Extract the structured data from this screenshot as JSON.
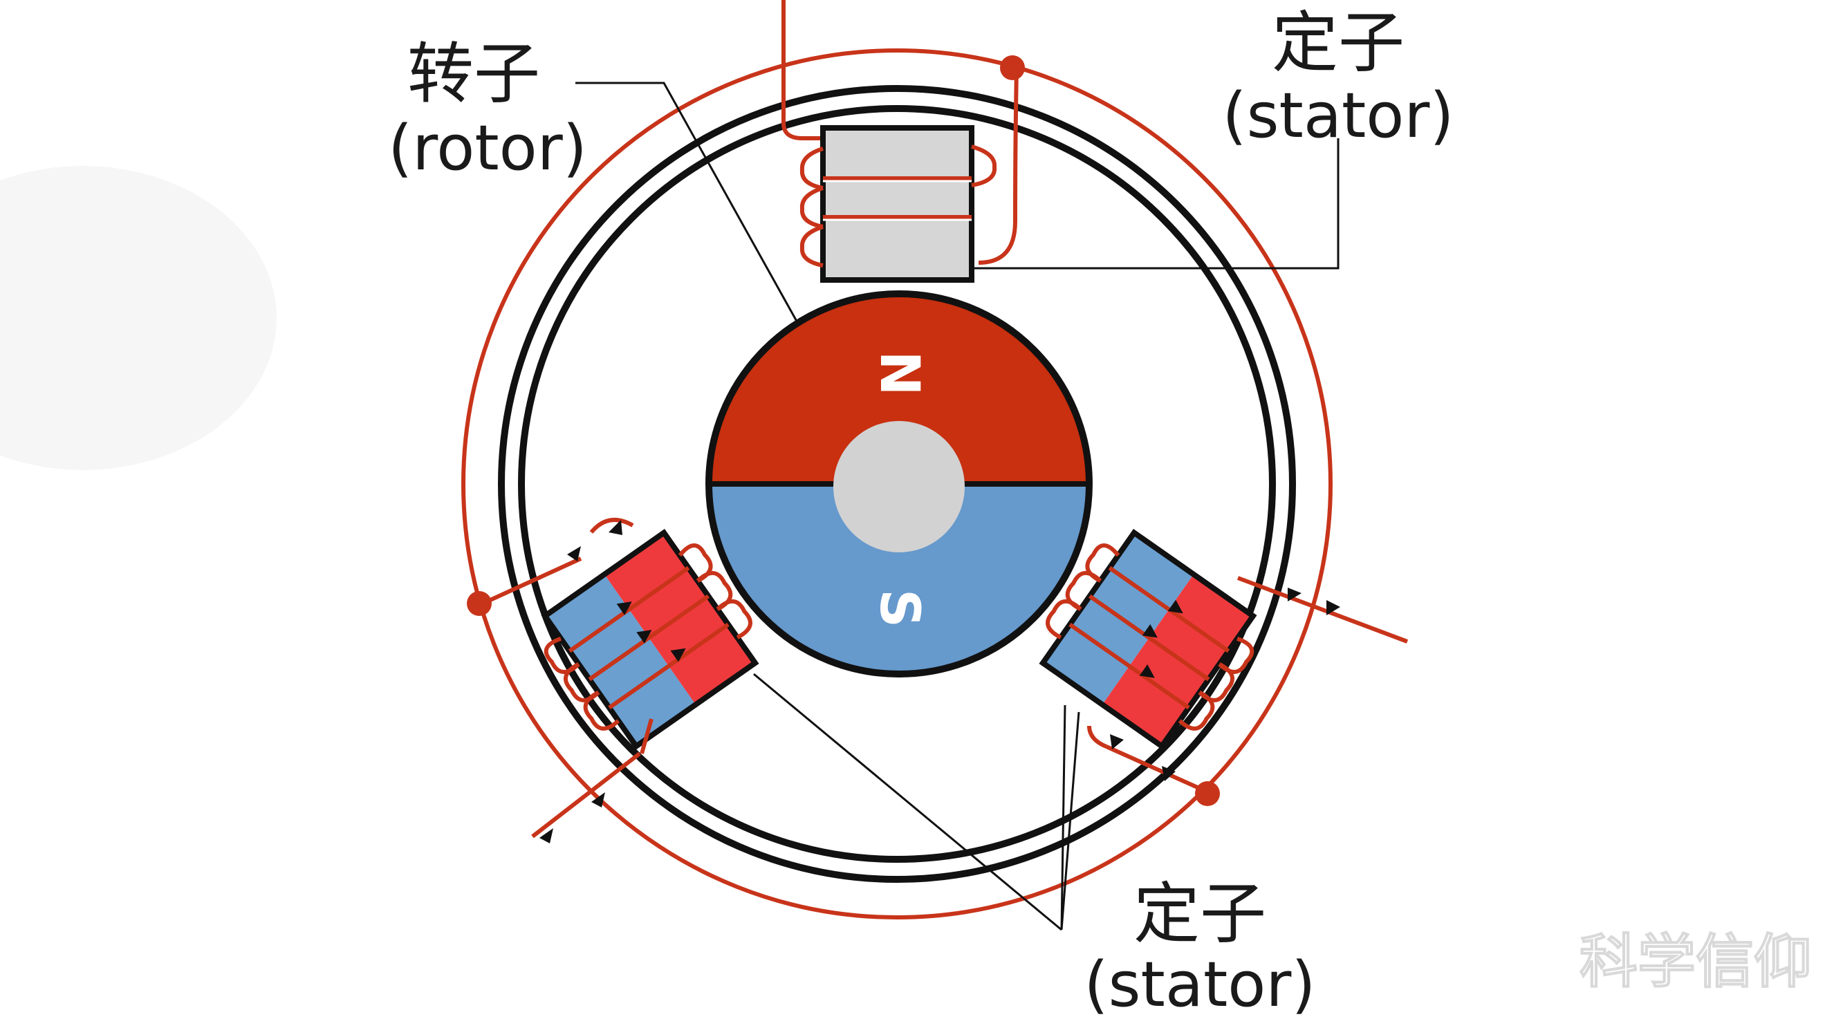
{
  "labels": {
    "rotor_cn": "转子",
    "rotor_en": "(rotor)",
    "stator_top_cn": "定子",
    "stator_top_en": "(stator)",
    "stator_bottom_cn": "定子",
    "stator_bottom_en": "(stator)",
    "pole_north": "N",
    "pole_south": "S",
    "watermark": "科学信仰"
  },
  "colors": {
    "north": "#c8300f",
    "south": "#6699cc",
    "shaft": "#d2d2d2",
    "coil": "#c8341a",
    "outline": "#111111",
    "core_neutral": "#d6d6d6",
    "core_red": "#ef3a3d",
    "core_blue": "#6a9fd0"
  },
  "icons": [
    "arrow-icon"
  ]
}
